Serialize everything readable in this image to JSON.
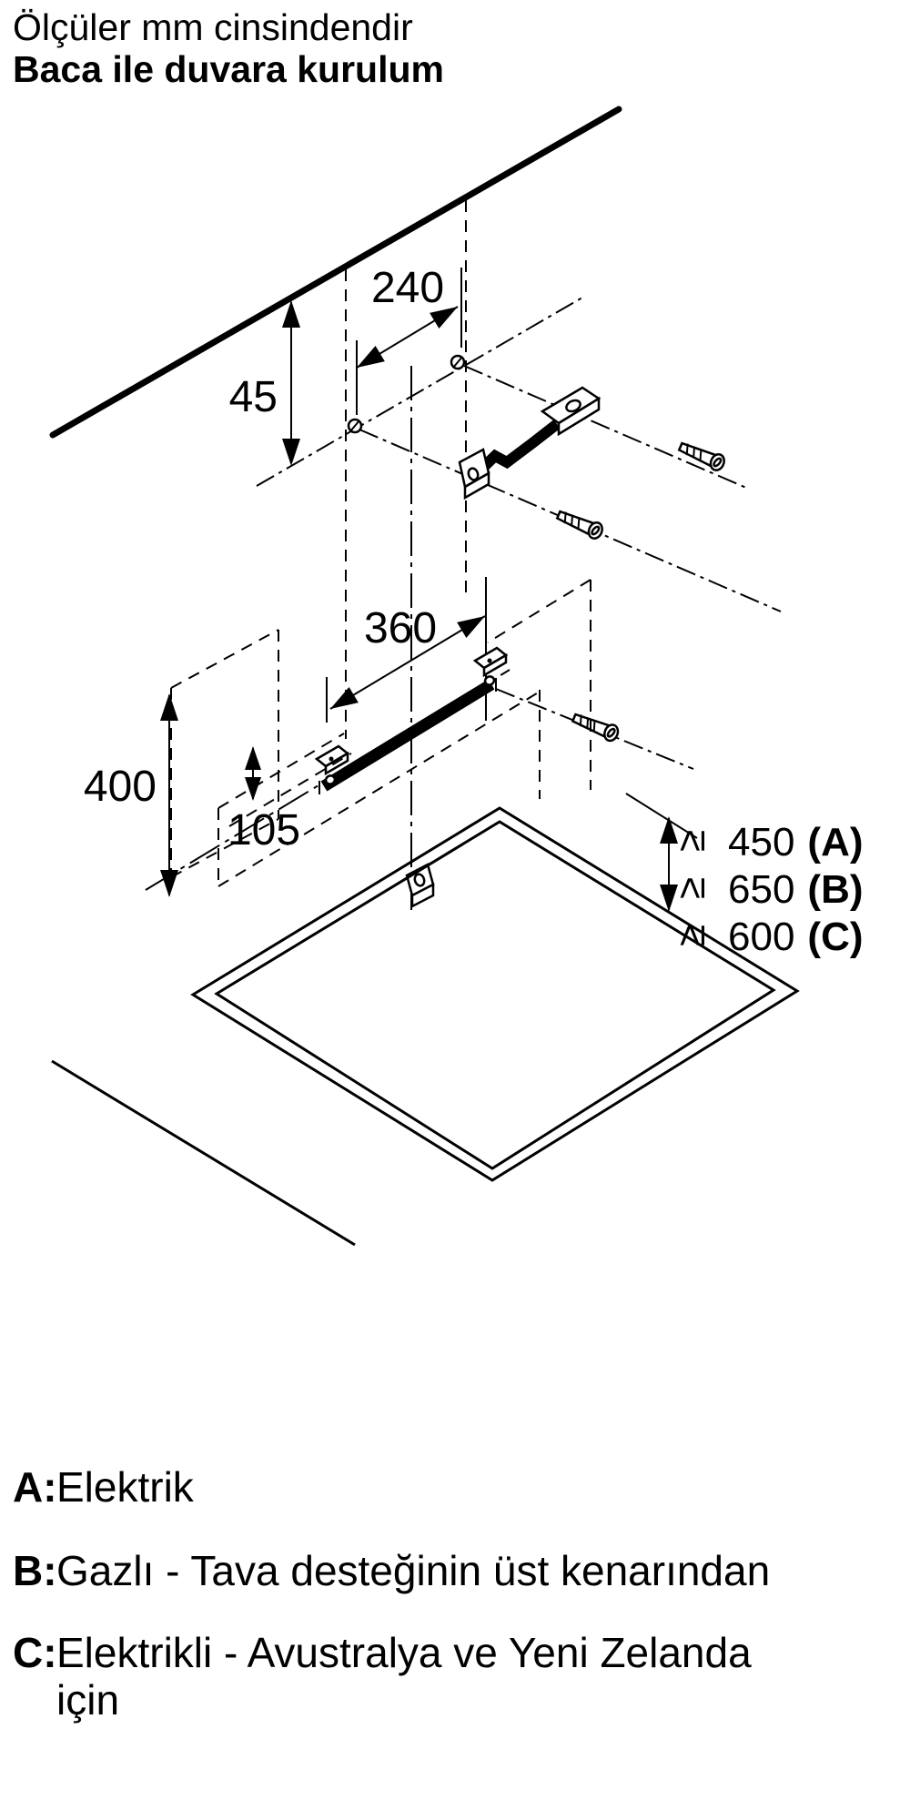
{
  "title": {
    "line1": "Ölçüler mm cinsindendir",
    "line2": "Baca ile duvara kurulum"
  },
  "dims": {
    "ceiling_offset": "45",
    "top_hole_spacing": "240",
    "bar_hole_spacing": "360",
    "lower_section_height": "400",
    "lower_bracket_offset": "105"
  },
  "clearances": [
    {
      "symbol": "≥",
      "value": "450",
      "label": "(A)"
    },
    {
      "symbol": "≥",
      "value": "650",
      "label": "(B)"
    },
    {
      "symbol": "≥",
      "value": "600",
      "label": "(C)"
    }
  ],
  "legend": [
    {
      "label": "A:",
      "text": "Elektrik"
    },
    {
      "label": "B:",
      "text": "Gazlı - Tava desteğinin üst kenarından"
    },
    {
      "label": "C:",
      "text": "Elektrikli - Avustralya ve Yeni Zelanda",
      "text2": "için"
    }
  ],
  "colors": {
    "ink": "#000000",
    "paper": "#ffffff"
  },
  "icons": {
    "screw": "mounting-screw-icon",
    "bracket_top": "chimney-bracket-icon",
    "bar": "mounting-bar-icon",
    "bracket_small": "lower-bracket-icon"
  }
}
